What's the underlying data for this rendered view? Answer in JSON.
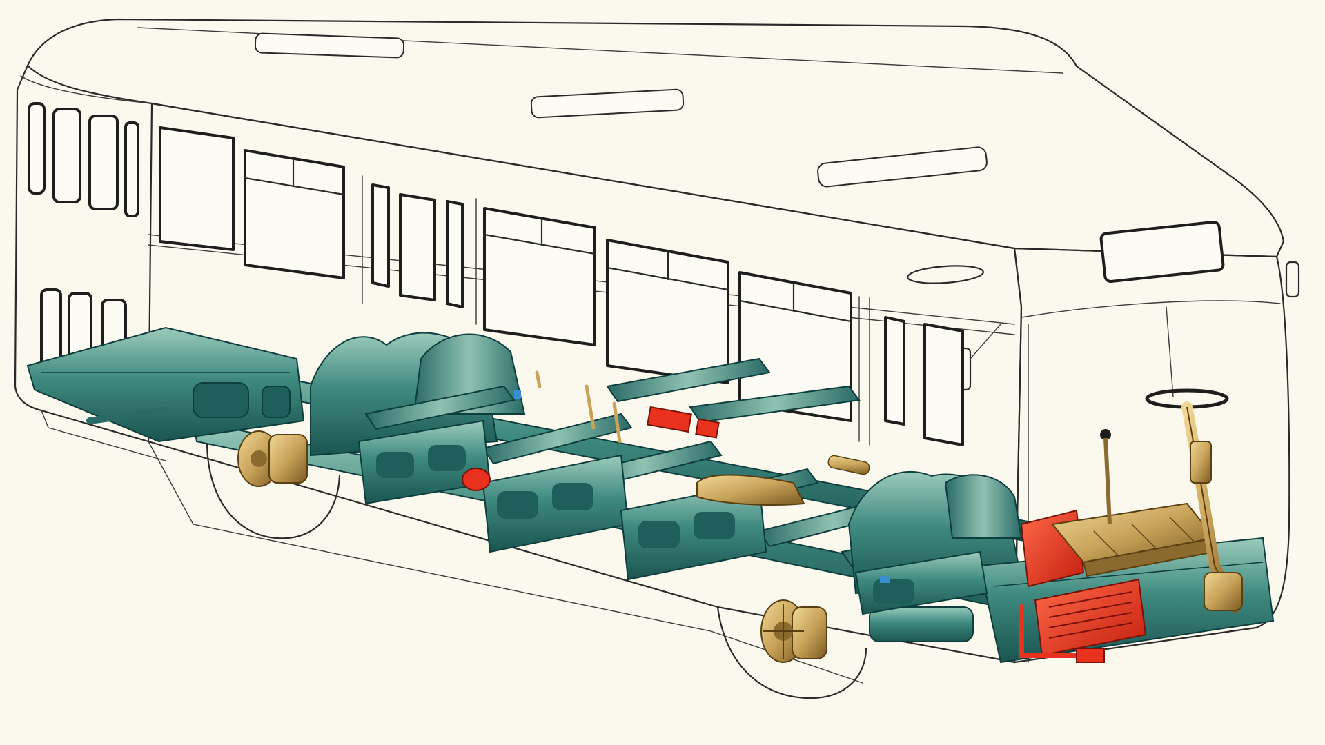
{
  "image": {
    "kind": "technical cutaway illustration",
    "subject": "bus chassis",
    "text_labels": []
  },
  "colors": {
    "background": "#fbf9ee",
    "body_fill": "#fdfcf4",
    "body_outline": "#2a2a2a",
    "frame_dark": "#1f5f5b",
    "frame_mid": "#3f8a80",
    "frame_light": "#8fc2b2",
    "engine_red": "#e8321e",
    "brass": "#c9a35a",
    "brass_dark": "#8a6a2e",
    "accent_blue": "#3a8fd0"
  },
  "components": [
    {
      "id": "bus-body",
      "label": "",
      "icon": "bus-outline"
    },
    {
      "id": "chassis-frame",
      "label": "",
      "icon": "ladder-frame"
    },
    {
      "id": "front-axle",
      "label": "",
      "icon": "axle"
    },
    {
      "id": "rear-axle",
      "label": "",
      "icon": "axle"
    },
    {
      "id": "engine",
      "label": "",
      "icon": "engine-block"
    },
    {
      "id": "steering-column",
      "label": "",
      "icon": "steering-wheel"
    },
    {
      "id": "gear-lever",
      "label": "",
      "icon": "shift-lever"
    },
    {
      "id": "fuel-tank",
      "label": "",
      "icon": "tank"
    },
    {
      "id": "battery-box",
      "label": "",
      "icon": "battery"
    }
  ]
}
